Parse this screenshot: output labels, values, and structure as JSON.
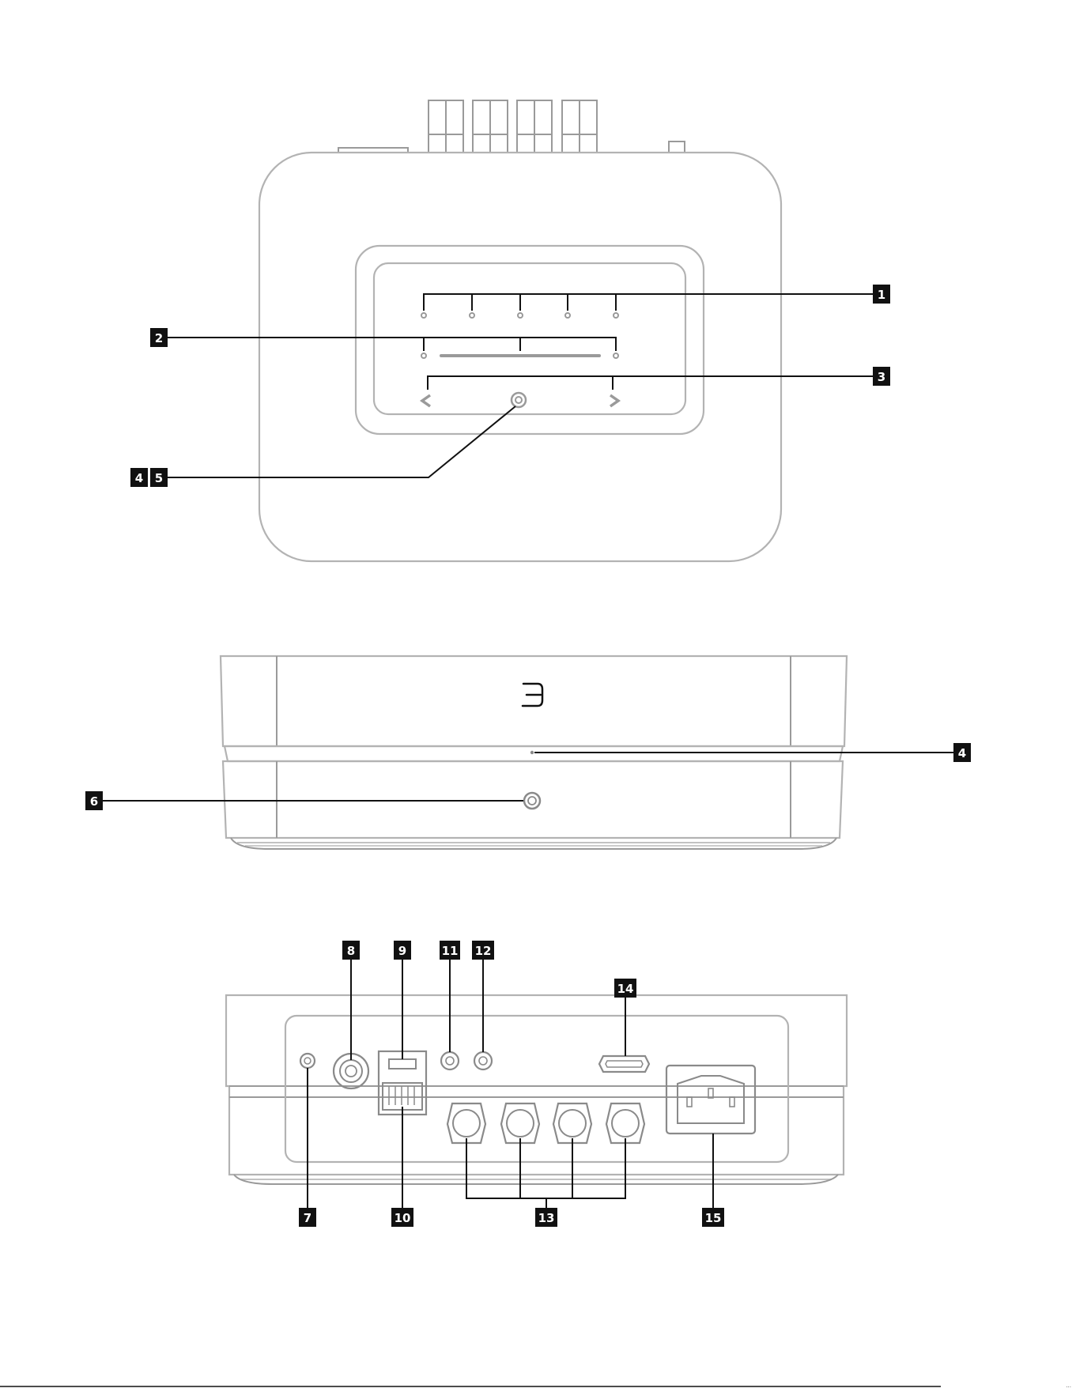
{
  "views": {
    "top": {
      "callouts": [
        "1",
        "2",
        "3",
        "4",
        "5"
      ]
    },
    "front": {
      "callouts": [
        "4",
        "6"
      ]
    },
    "rear": {
      "callouts": [
        "7",
        "8",
        "9",
        "10",
        "11",
        "12",
        "13",
        "14",
        "15"
      ]
    }
  },
  "logo": "bluesound-b-logo",
  "footer_text": "..."
}
